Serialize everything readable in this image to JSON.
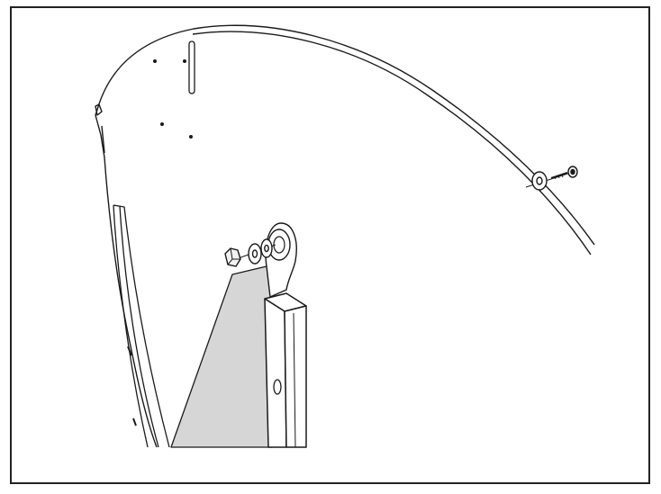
{
  "figure": {
    "type": "assembly-illustration",
    "colors": {
      "background": "#ffffff",
      "border": "#222222",
      "line": "#1a1a1a",
      "shade": "#d6d6d6",
      "hardware_fill": "#f2f2f2"
    },
    "parts": [
      "curved-panel",
      "slotted-hole",
      "mounting-bracket",
      "upright-post",
      "hex-nut",
      "washer",
      "bracket-eyelet",
      "screw"
    ]
  }
}
